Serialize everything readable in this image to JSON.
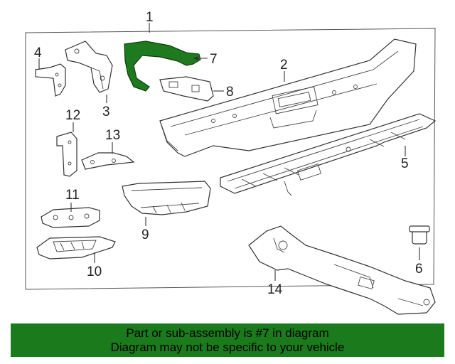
{
  "diagram": {
    "callouts": {
      "c1": "1",
      "c2": "2",
      "c3": "3",
      "c4": "4",
      "c5": "5",
      "c6": "6",
      "c7": "7",
      "c8": "8",
      "c9": "9",
      "c10": "10",
      "c11": "11",
      "c12": "12",
      "c13": "13",
      "c14": "14"
    },
    "highlight_color": "#1f7a1f",
    "highlighted_part": "7"
  },
  "banner": {
    "line1": "Part or sub-assembly is #7 in diagram",
    "line2": "Diagram may not be specific to your vehicle",
    "color": "#1b7a1b"
  }
}
